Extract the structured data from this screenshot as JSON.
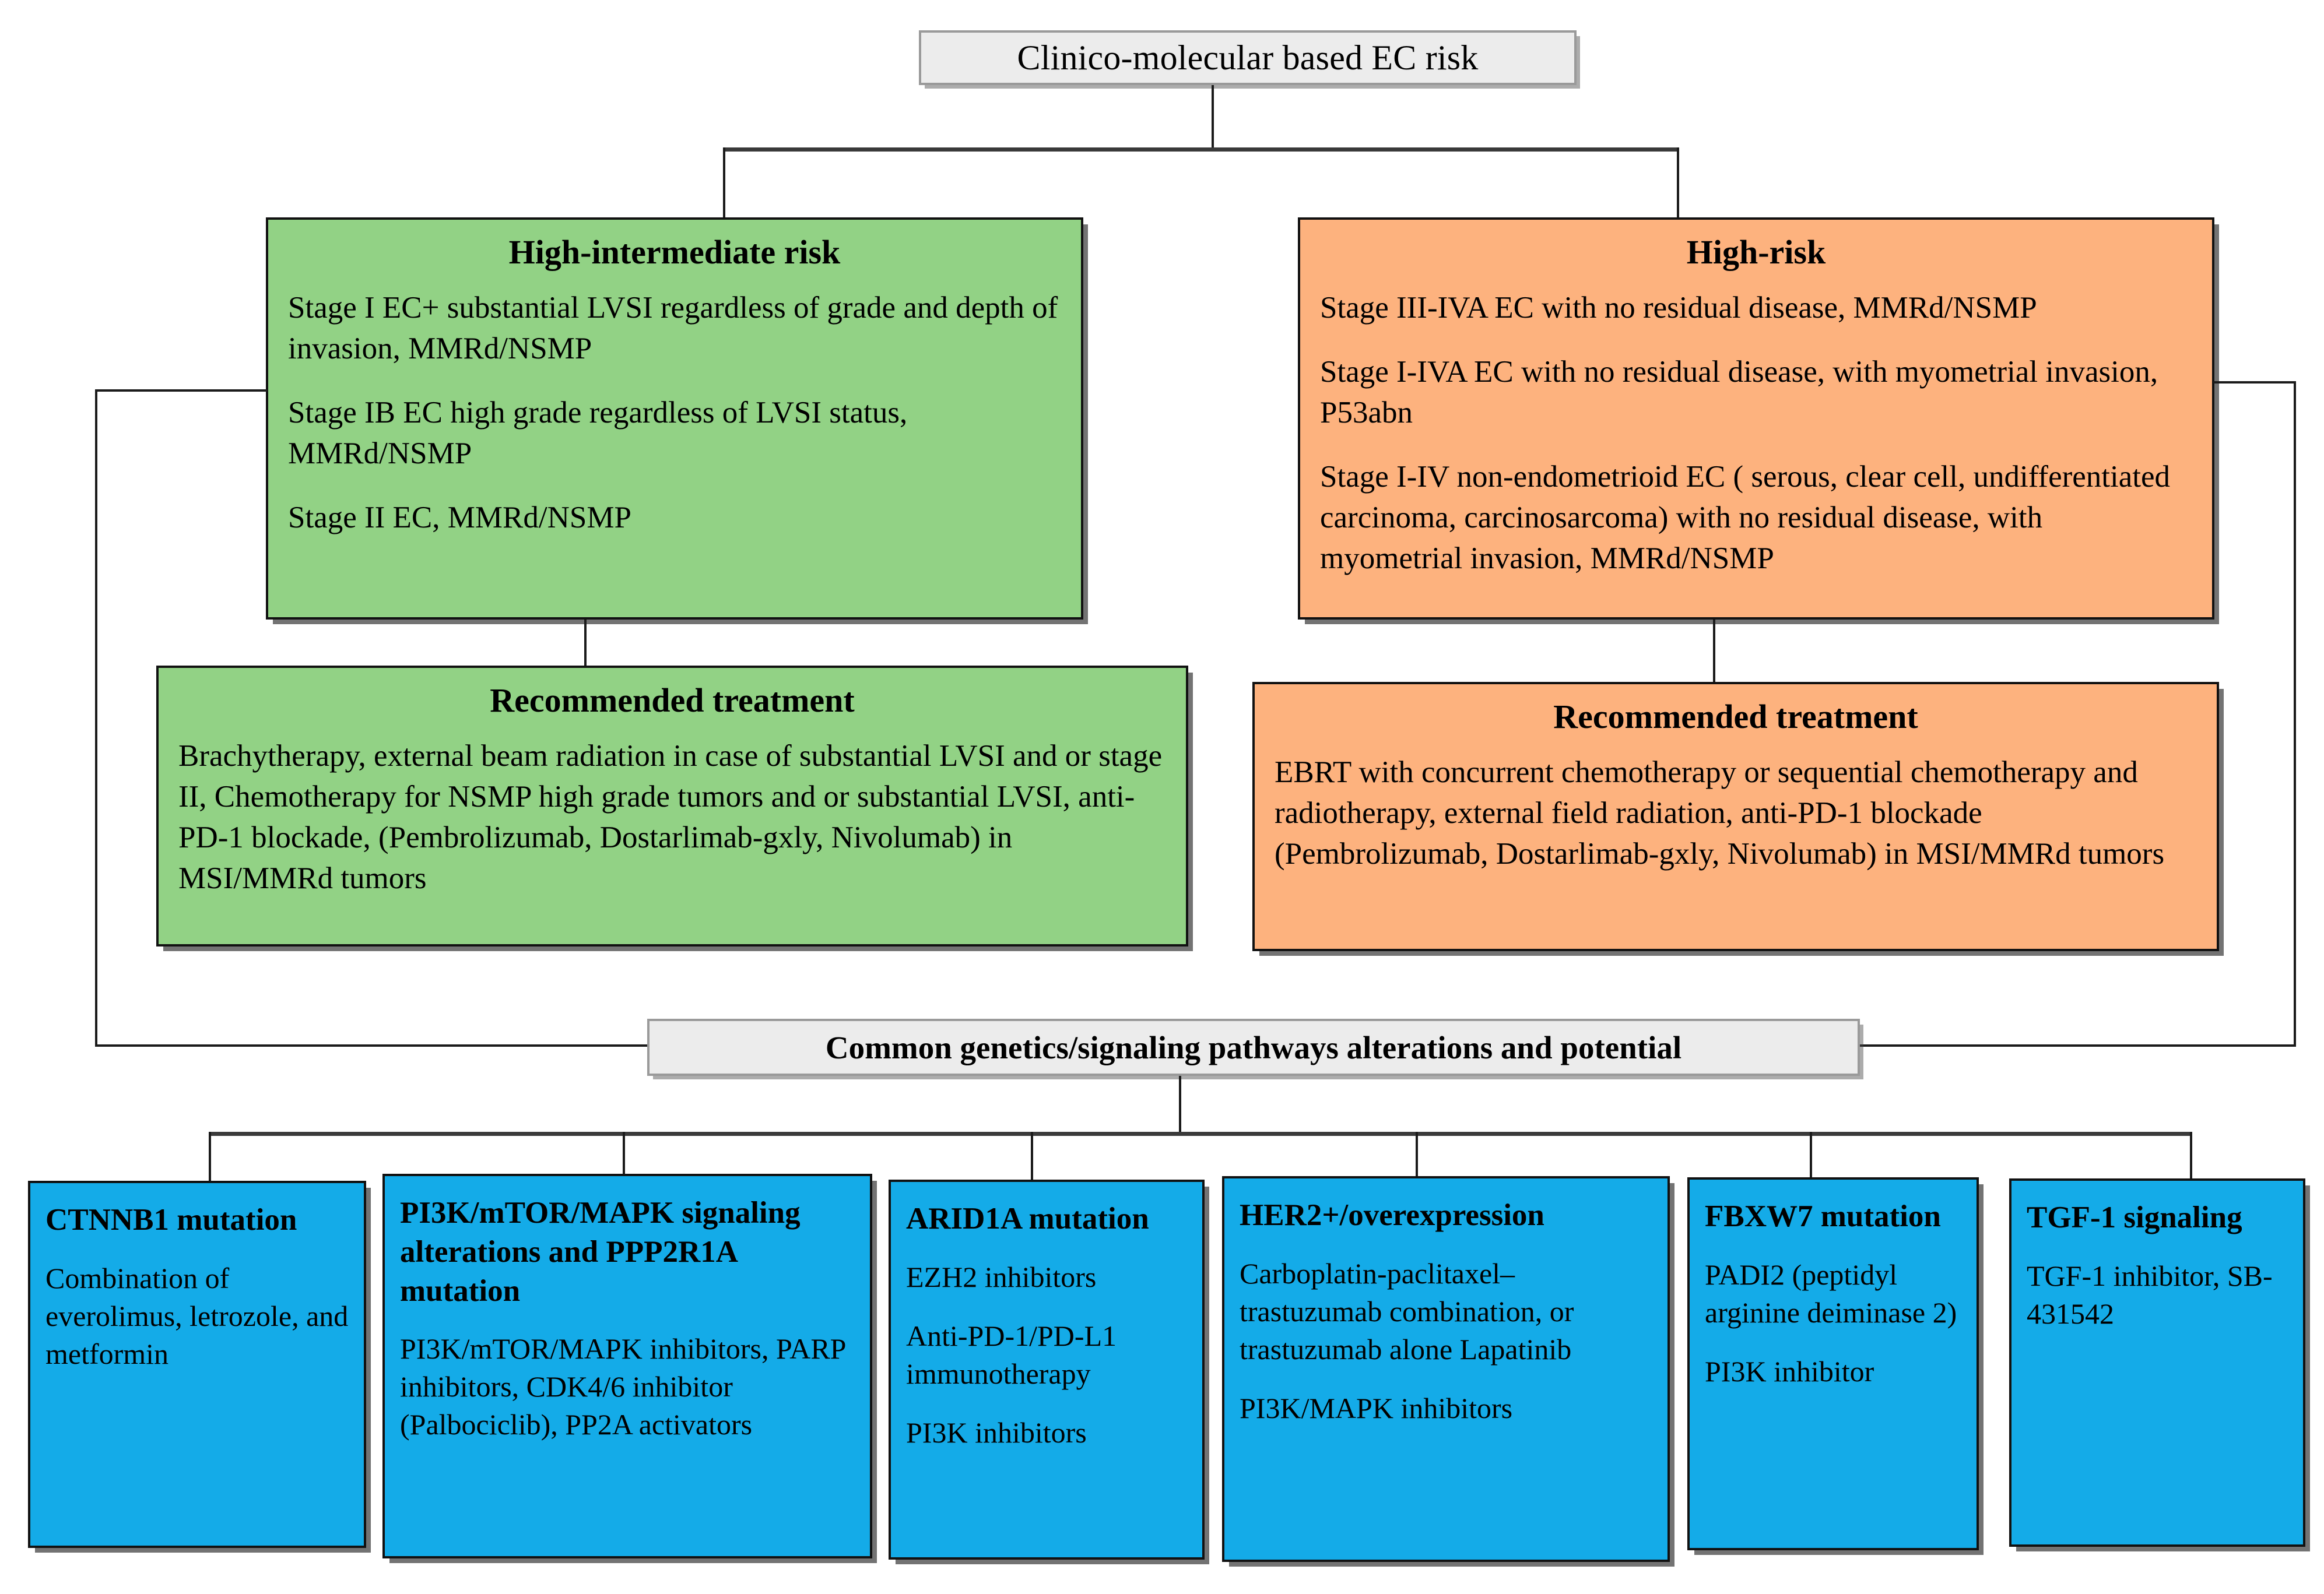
{
  "diagram": {
    "title": "Clinico-molecular based EC risk",
    "root": {
      "label": "Clinico-molecular based EC risk"
    },
    "branches": [
      {
        "id": "high-intermediate-risk",
        "color": "#92d285",
        "title": "High-intermediate risk",
        "criteria": [
          "Stage I EC+ substantial LVSI regardless of grade and depth of invasion, MMRd/NSMP",
          "Stage IB EC high grade regardless of LVSI status, MMRd/NSMP",
          "Stage II EC, MMRd/NSMP"
        ],
        "treatment": {
          "title": "Recommended treatment",
          "text": "Brachytherapy, external beam radiation in case of substantial LVSI and or stage II, Chemotherapy for NSMP high grade tumors and or substantial LVSI, anti-PD-1 blockade, (Pembrolizumab, Dostarlimab-gxly, Nivolumab) in MSI/MMRd tumors"
        }
      },
      {
        "id": "high-risk",
        "color": "#fdb27e",
        "title": "High-risk",
        "criteria": [
          "Stage III-IVA EC with no residual disease, MMRd/NSMP",
          " Stage I-IVA EC with no residual disease, with myometrial invasion, P53abn",
          "Stage I-IV non-endometrioid EC ( serous, clear cell, undifferentiated carcinoma, carcinosarcoma) with no residual disease, with myometrial invasion, MMRd/NSMP"
        ],
        "treatment": {
          "title": "Recommended treatment",
          "text": "EBRT with concurrent chemotherapy or sequential chemotherapy and radiotherapy, external field radiation, anti-PD-1 blockade (Pembrolizumab, Dostarlimab-gxly, Nivolumab) in MSI/MMRd tumors"
        }
      }
    ],
    "common_bar": {
      "label": "Common genetics/signaling pathways alterations and potential"
    },
    "targets_color": "#14abe8",
    "targets": [
      {
        "id": "ctnnb1",
        "title": "CTNNB1 mutation",
        "items": [
          "Combination of everolimus, letrozole, and metformin"
        ]
      },
      {
        "id": "pi3k-mtor-mapk",
        "title": "PI3K/mTOR/MAPK signaling alterations  and PPP2R1A mutation",
        "items": [
          "PI3K/mTOR/MAPK inhibitors, PARP inhibitors, CDK4/6 inhibitor (Palbociclib), PP2A activators"
        ]
      },
      {
        "id": "arid1a",
        "title": "ARID1A mutation",
        "items": [
          "EZH2 inhibitors",
          "Anti-PD-1/PD-L1 immunotherapy",
          "PI3K inhibitors"
        ]
      },
      {
        "id": "her2",
        "title": "HER2+/overexpression",
        "items": [
          "Carboplatin-paclitaxel–trastuzumab combination, or trastuzumab alone Lapatinib",
          "PI3K/MAPK inhibitors"
        ]
      },
      {
        "id": "fbxw7",
        "title": "FBXW7 mutation",
        "items": [
          "PADI2 (peptidyl arginine deiminase 2)",
          "PI3K inhibitor"
        ]
      },
      {
        "id": "tgf1",
        "title": "TGF-1 signaling",
        "items": [
          "TGF-1 inhibitor, SB-431542"
        ]
      }
    ]
  }
}
